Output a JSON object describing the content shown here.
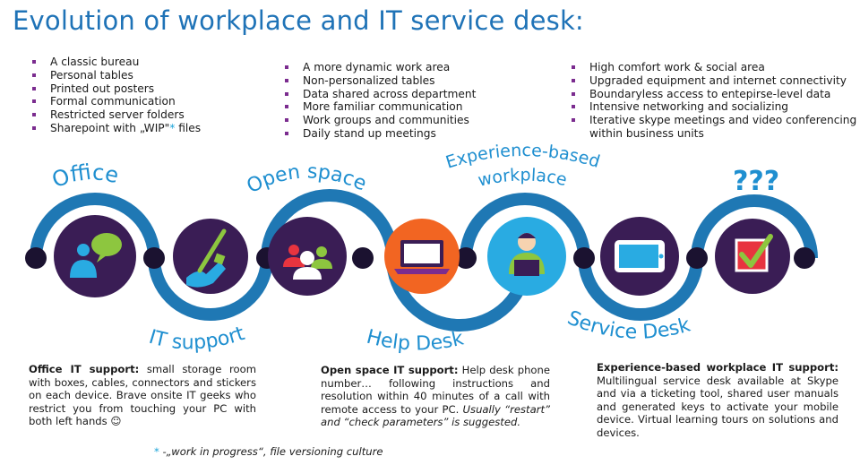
{
  "title": "Evolution of workplace and IT service desk:",
  "columns": [
    {
      "items": [
        "A classic bureau",
        "Personal tables",
        "Printed out posters",
        "Formal communication",
        "Restricted server folders"
      ],
      "last_prefix": "Sharepoint with „WIP\"",
      "last_star": "*",
      "last_suffix": " files"
    },
    {
      "items": [
        "A more dynamic work area",
        "Non-personalized tables",
        "Data shared across department",
        "More familiar communication",
        "Work groups and communities",
        "Daily stand up meetings"
      ]
    },
    {
      "items": [
        "High comfort work & social area",
        "Upgraded equipment and internet connectivity",
        "Boundaryless access to entepirse-level data",
        "Intensive networking and socializing",
        "Iterative skype meetings and video conferencing"
      ],
      "continuation": "within business units"
    }
  ],
  "stages_top": [
    "Office",
    "Open space",
    "Experience-based",
    "workplace",
    "???"
  ],
  "stages_bottom": [
    "IT support",
    "Help Desk",
    "Service Desk"
  ],
  "icons": [
    "chat-people-icon",
    "pen-hand-icon",
    "team-icon",
    "laptop-icon",
    "person-laptop-icon",
    "tablet-icon",
    "checkbox-icon"
  ],
  "colors": {
    "title": "#1f73b7",
    "arc": "#1f78b4",
    "circle": "#3a1d55",
    "node": "#1b1230",
    "bullet": "#7b2c8f",
    "label": "#1f8fd0",
    "orange": "#f26522",
    "cyan": "#29abe2",
    "red": "#e8343f"
  },
  "descriptions": {
    "office": {
      "heading": "Office IT support:",
      "body": " small storage room with boxes, cables, connectors and stickers on each device. Brave onsite IT geeks who restrict you from touching your PC with both left hands ☺"
    },
    "open_space": {
      "heading": "Open space IT support:",
      "body": " Help desk phone number… following instructions and resolution within 40 minutes of a call with remote access to your PC. ",
      "italic": "Usually “restart” and “check parameters” is suggested."
    },
    "experience": {
      "heading": "Experience-based workplace IT support:",
      "body": " Multilingual service desk available at Skype and via a ticketing tool, shared user manuals and generated keys to activate your mobile device. Virtual learning tours on solutions and devices."
    }
  },
  "footnote": {
    "star": "*",
    "text": " -„work in progress“, file versioning culture"
  }
}
